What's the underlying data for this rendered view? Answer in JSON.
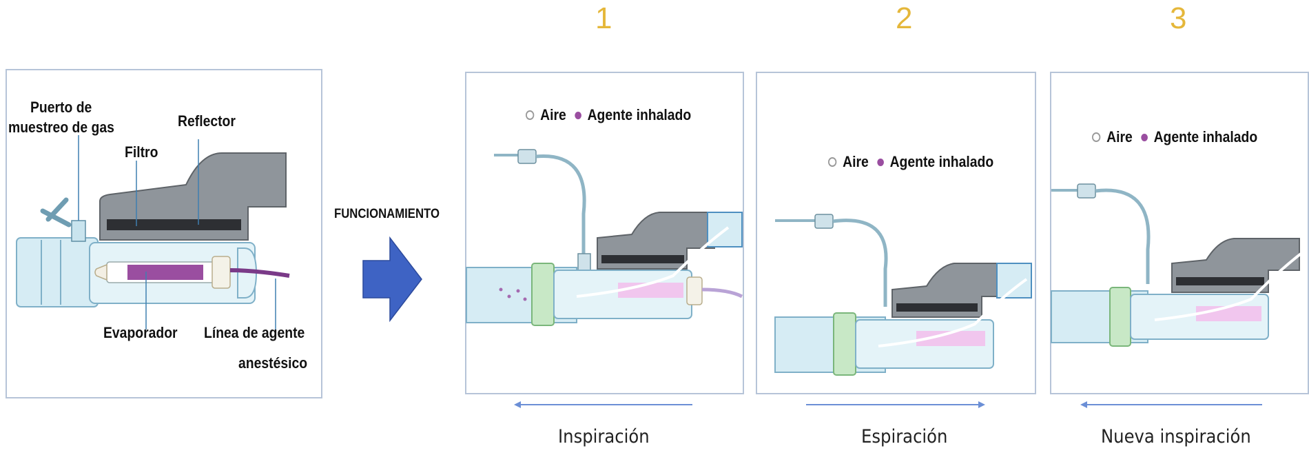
{
  "left_panel": {
    "labels": {
      "gas_port_1": "Puerto de",
      "gas_port_2": "muestreo de gas",
      "reflector": "Reflector",
      "filter": "Filtro",
      "evaporator": "Evaporador",
      "agent_line_1": "Línea de agente",
      "agent_line_2": "anestésico"
    }
  },
  "arrow_label": "FUNCIONAMIENTO",
  "legend": {
    "air": "Aire",
    "agent": "Agente inhalado"
  },
  "steps": [
    {
      "number": "1",
      "caption": "Inspiración",
      "flow": "left"
    },
    {
      "number": "2",
      "caption": "Espiración",
      "flow": "right"
    },
    {
      "number": "3",
      "caption": "Nueva inspiración",
      "flow": "left"
    }
  ],
  "colors": {
    "panel_border": "#b6c4d8",
    "step_number": "#e5b73a",
    "arrow": "#3e63c4",
    "tube": "#d6ecf4",
    "housing": "#8a8f94",
    "agent": "#9a4ea0",
    "filter_band": "#c8e8c6",
    "flow_arrow": "#6b8fd6"
  },
  "icons": [
    "big-right-arrow-icon",
    "flow-direction-arrow-icon",
    "air-dot-icon",
    "agent-dot-icon"
  ]
}
